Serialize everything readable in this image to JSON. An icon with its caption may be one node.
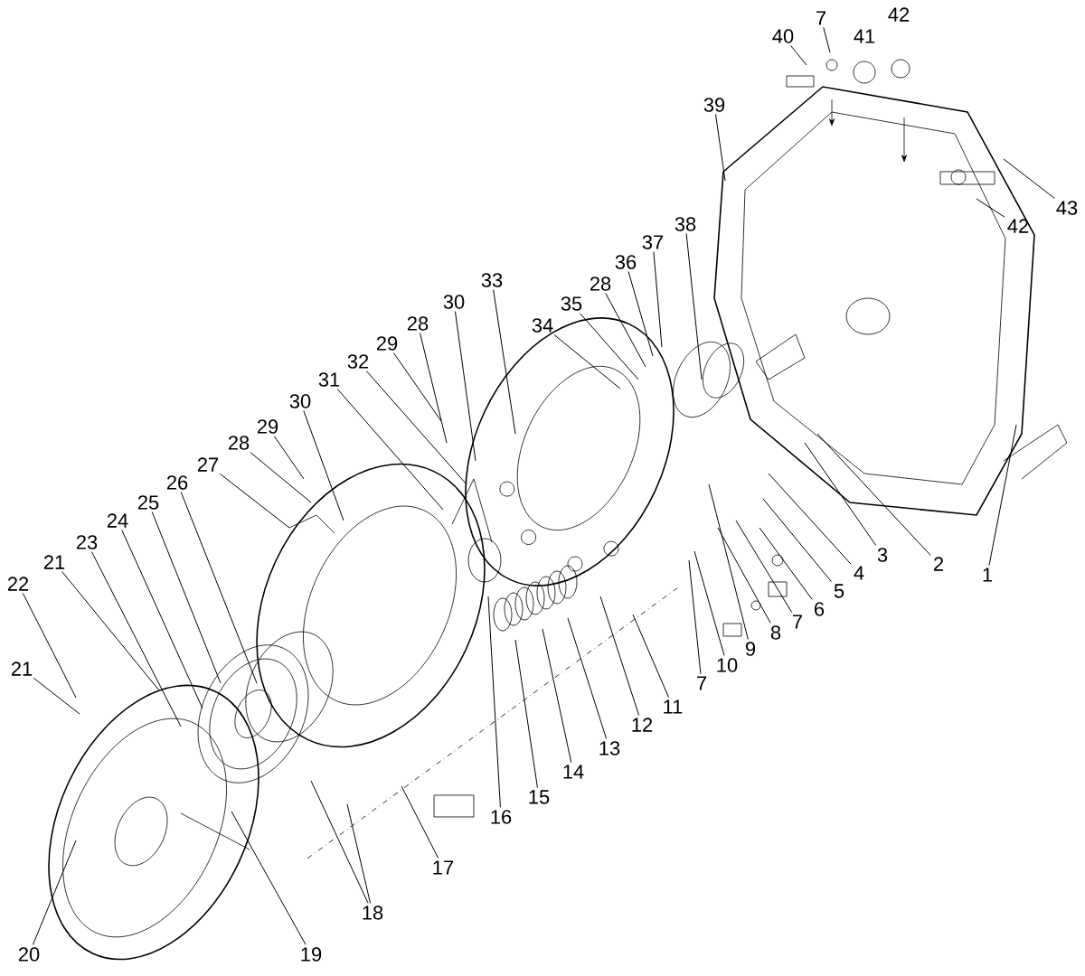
{
  "diagram": {
    "nodes": [
      {
        "text": [
          "40"
        ]
      },
      {
        "text": [
          "7"
        ]
      },
      {
        "text": [
          "39"
        ]
      },
      {
        "text": [
          "43"
        ]
      },
      {
        "text": [
          "42"
        ]
      },
      {
        "text": [
          "38"
        ]
      },
      {
        "text": [
          "37"
        ]
      },
      {
        "text": [
          "36"
        ]
      },
      {
        "text": [
          "33"
        ]
      },
      {
        "text": [
          "28"
        ]
      },
      {
        "text": [
          "30"
        ]
      },
      {
        "text": [
          "35"
        ]
      },
      {
        "text": [
          "28"
        ]
      },
      {
        "text": [
          "34"
        ]
      },
      {
        "text": [
          "29"
        ]
      },
      {
        "text": [
          "32"
        ]
      },
      {
        "text": [
          "31"
        ]
      },
      {
        "text": [
          "30"
        ]
      },
      {
        "text": [
          "29"
        ]
      },
      {
        "text": [
          "28"
        ]
      },
      {
        "text": [
          "27"
        ]
      },
      {
        "text": [
          "26"
        ]
      },
      {
        "text": [
          "25"
        ]
      },
      {
        "text": [
          "24"
        ]
      },
      {
        "text": [
          "23"
        ]
      },
      {
        "text": [
          "3"
        ]
      },
      {
        "text": [
          "21"
        ]
      },
      {
        "text": [
          "2"
        ]
      },
      {
        "text": [
          "1"
        ]
      },
      {
        "text": [
          "4"
        ]
      },
      {
        "text": [
          "22"
        ]
      },
      {
        "text": [
          "5"
        ]
      },
      {
        "text": [
          "6"
        ]
      },
      {
        "text": [
          "7"
        ]
      },
      {
        "text": [
          "8"
        ]
      },
      {
        "text": [
          "9"
        ]
      },
      {
        "text": [
          "10"
        ]
      },
      {
        "text": [
          "21"
        ]
      },
      {
        "text": [
          "7"
        ]
      },
      {
        "text": [
          "11"
        ]
      },
      {
        "text": [
          "12"
        ]
      },
      {
        "text": [
          "13"
        ]
      },
      {
        "text": [
          "14"
        ]
      },
      {
        "text": [
          "15"
        ]
      },
      {
        "text": [
          "16"
        ]
      },
      {
        "text": [
          "17"
        ]
      },
      {
        "text": [
          "18"
        ]
      },
      {
        "text": [
          "19"
        ]
      },
      {
        "text": [
          "20"
        ]
      }
    ],
    "edges": [
      {
        "from": 0,
        "to": null,
        "arrow": "none"
      },
      {
        "from": 1,
        "to": null,
        "arrow": "none"
      },
      {
        "from": 2,
        "to": null,
        "arrow": "none"
      },
      {
        "from": 3,
        "to": null,
        "arrow": "none"
      },
      {
        "from": 4,
        "to": null,
        "arrow": "none"
      },
      {
        "from": 5,
        "to": null,
        "arrow": "none"
      },
      {
        "from": 6,
        "to": null,
        "arrow": "none"
      },
      {
        "from": 7,
        "to": null,
        "arrow": "none"
      },
      {
        "from": 8,
        "to": null,
        "arrow": "none"
      },
      {
        "from": 9,
        "to": null,
        "arrow": "none"
      },
      {
        "from": 10,
        "to": null,
        "arrow": "none"
      },
      {
        "from": 11,
        "to": null,
        "arrow": "none"
      },
      {
        "from": 12,
        "to": null,
        "arrow": "none"
      },
      {
        "from": 13,
        "to": null,
        "arrow": "none"
      },
      {
        "from": 14,
        "to": null,
        "arrow": "none"
      },
      {
        "from": 15,
        "to": null,
        "arrow": "none"
      },
      {
        "from": 16,
        "to": null,
        "arrow": "none"
      },
      {
        "from": 17,
        "to": null,
        "arrow": "none"
      },
      {
        "from": 18,
        "to": null,
        "arrow": "none"
      },
      {
        "from": 19,
        "to": null,
        "arrow": "none"
      },
      {
        "from": 20,
        "to": null,
        "arrow": "none"
      },
      {
        "from": 21,
        "to": null,
        "arrow": "none"
      },
      {
        "from": 22,
        "to": null,
        "arrow": "none"
      },
      {
        "from": 23,
        "to": null,
        "arrow": "none"
      },
      {
        "from": 24,
        "to": null,
        "arrow": "none"
      },
      {
        "from": 25,
        "to": null,
        "arrow": "none"
      },
      {
        "from": 26,
        "to": null,
        "arrow": "none"
      },
      {
        "from": 27,
        "to": null,
        "arrow": "none"
      },
      {
        "from": 28,
        "to": null,
        "arrow": "none"
      },
      {
        "from": 29,
        "to": null,
        "arrow": "none"
      },
      {
        "from": 30,
        "to": null,
        "arrow": "none"
      },
      {
        "from": 31,
        "to": null,
        "arrow": "none"
      },
      {
        "from": 32,
        "to": null,
        "arrow": "none"
      },
      {
        "from": 33,
        "to": null,
        "arrow": "none"
      },
      {
        "from": 34,
        "to": null,
        "arrow": "none"
      },
      {
        "from": 35,
        "to": null,
        "arrow": "none"
      },
      {
        "from": 36,
        "to": null,
        "arrow": "none"
      },
      {
        "from": 37,
        "to": null,
        "arrow": "none"
      },
      {
        "from": 38,
        "to": null,
        "arrow": "none"
      },
      {
        "from": 39,
        "to": null,
        "arrow": "none"
      },
      {
        "from": 40,
        "to": null,
        "arrow": "none"
      },
      {
        "from": 41,
        "to": null,
        "arrow": "none"
      },
      {
        "from": 42,
        "to": null,
        "arrow": "none"
      },
      {
        "from": 43,
        "to": null,
        "arrow": "none"
      },
      {
        "from": 44,
        "to": null,
        "arrow": "none"
      },
      {
        "from": 45,
        "to": null,
        "arrow": "none"
      },
      {
        "from": 46,
        "to": null,
        "arrow": "none"
      },
      {
        "from": 46,
        "to": null,
        "arrow": "none"
      },
      {
        "from": 47,
        "to": null,
        "arrow": "none"
      },
      {
        "from": 48,
        "to": null,
        "arrow": "none"
      }
    ],
    "labels": [
      "41",
      "42"
    ]
  }
}
